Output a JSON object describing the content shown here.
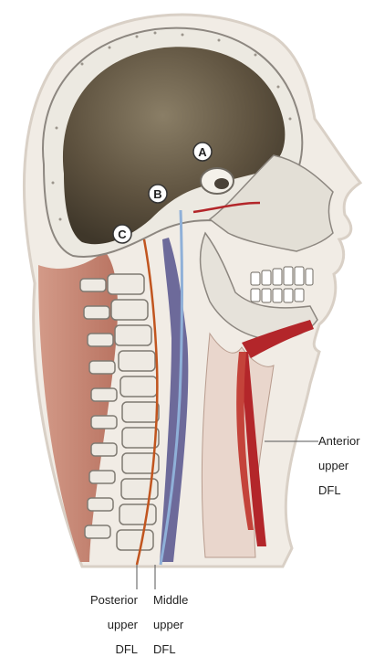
{
  "markers": {
    "a": "A",
    "b": "B",
    "c": "C"
  },
  "labels": {
    "anterior": [
      "Anterior",
      "upper",
      "DFL"
    ],
    "posterior": [
      "Posterior",
      "upper",
      "DFL"
    ],
    "middle": [
      "Middle",
      "upper",
      "DFL"
    ]
  },
  "colors": {
    "skin_outline": "#d9d0c6",
    "skull_bone": "#ece9e1",
    "brain_cavity": "#5e523f",
    "back_muscle": "#c98a78",
    "anterior_line": "#b3262a",
    "posterior_line": "#c1551f",
    "middle_line_blue": "#8fb0d8",
    "middle_line_purple": "#6d6a9a"
  }
}
